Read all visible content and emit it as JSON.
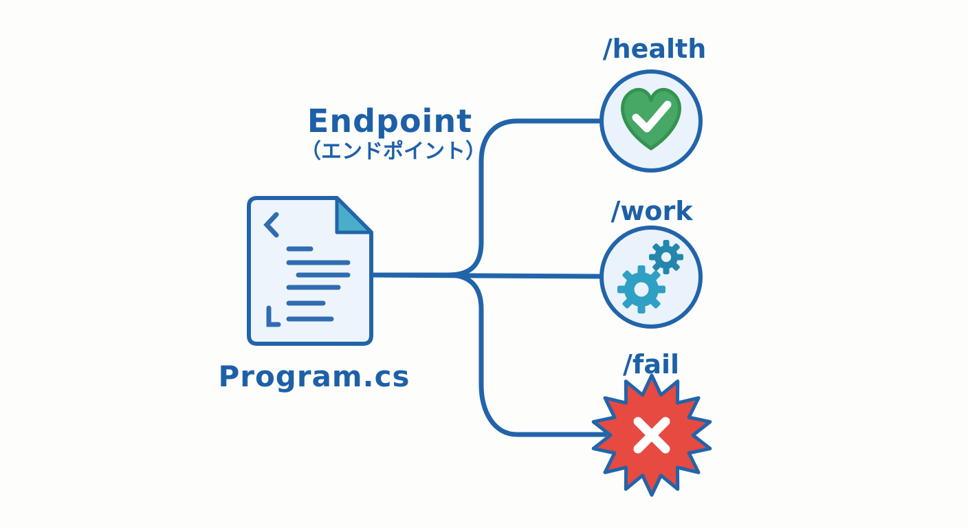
{
  "diagram": {
    "title": "Endpoint",
    "subtitle": "（エンドポイント）",
    "source": {
      "label": "Program.cs",
      "icon": "code-file-icon"
    },
    "endpoints": [
      {
        "label": "/health",
        "icon": "heart-check-icon",
        "status": "healthy",
        "status_color": "#46a766"
      },
      {
        "label": "/work",
        "icon": "gears-icon",
        "status": "working",
        "status_color": "#2f9fc4"
      },
      {
        "label": "/fail",
        "icon": "burst-x-icon",
        "status": "failing",
        "status_color": "#e64a41"
      }
    ],
    "colors": {
      "line": "#2264aa",
      "text": "#1d60a8",
      "document_fill": "#eef4fb",
      "fold_teal": "#49aec9",
      "circle_fill": "#eaf2fb",
      "background": "#fdfdfb"
    }
  }
}
